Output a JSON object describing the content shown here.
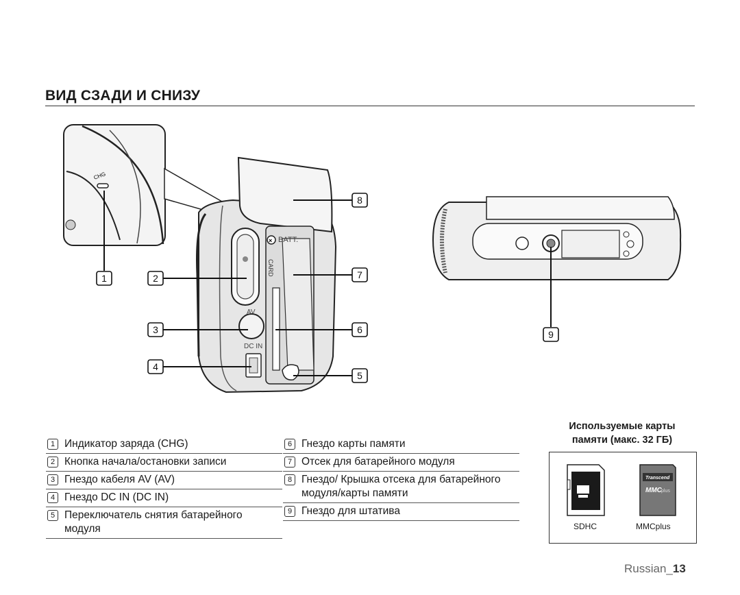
{
  "page": {
    "title": "ВИД СЗАДИ И СНИЗУ",
    "footer_lang": "Russian_",
    "footer_page": "13"
  },
  "figure": {
    "labels": {
      "chg": "CHG",
      "batt": "BATT.",
      "card": "CARD",
      "av": "AV",
      "dcin": "DC IN"
    },
    "callouts": [
      "1",
      "2",
      "3",
      "4",
      "5",
      "6",
      "7",
      "8",
      "9"
    ]
  },
  "legend_left": [
    {
      "num": "1",
      "text": "Индикатор заряда (CHG)"
    },
    {
      "num": "2",
      "text": "Кнопка начала/остановки записи"
    },
    {
      "num": "3",
      "text": "Гнездо кабеля AV (AV)"
    },
    {
      "num": "4",
      "text": "Гнездо DC IN (DC IN)"
    },
    {
      "num": "5",
      "text": "Переключатель снятия батарейного модуля"
    }
  ],
  "legend_right": [
    {
      "num": "6",
      "text": "Гнездо карты памяти"
    },
    {
      "num": "7",
      "text": "Отсек для батарейного модуля"
    },
    {
      "num": "8",
      "text": "Гнездо/ Крышка отсека для батарейного модуля/карты памяти"
    },
    {
      "num": "9",
      "text": "Гнездо для штатива"
    }
  ],
  "cards": {
    "title_line1": "Используемые карты",
    "title_line2": "памяти (макс. 32 ГБ)",
    "sdhc": "SDHC",
    "mmcplus": "MMCplus",
    "transcend": "Transcend",
    "mmc_logo": "MMC",
    "plus": "plus"
  }
}
